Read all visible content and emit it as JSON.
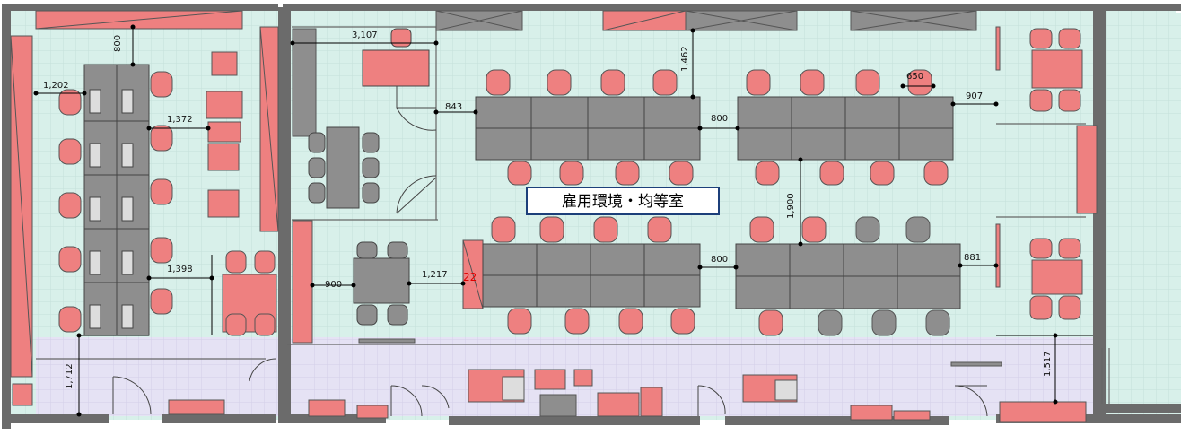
{
  "room_label": "雇用環境・均等室",
  "seat_number": "22",
  "dimensions": {
    "d_800_left": "800",
    "d_1202": "1,202",
    "d_1372": "1,372",
    "d_1398": "1,398",
    "d_1712": "1,712",
    "d_3107": "3,107",
    "d_843": "843",
    "d_900": "900",
    "d_1217": "1,217",
    "d_1462": "1,462",
    "d_800_mid_top": "800",
    "d_800_mid_bottom": "800",
    "d_650": "650",
    "d_907": "907",
    "d_1900": "1,900",
    "d_881": "881",
    "d_1517": "1,517"
  },
  "colors": {
    "office_floor": "#d8f0ea",
    "corridor": "#e5e2f4",
    "wall": "#6b6b6b",
    "furniture_pink": "#ee8080",
    "desk_gray": "#8e8e8e",
    "seat_number": "#e00000",
    "label_border": "#1c3f7a"
  }
}
